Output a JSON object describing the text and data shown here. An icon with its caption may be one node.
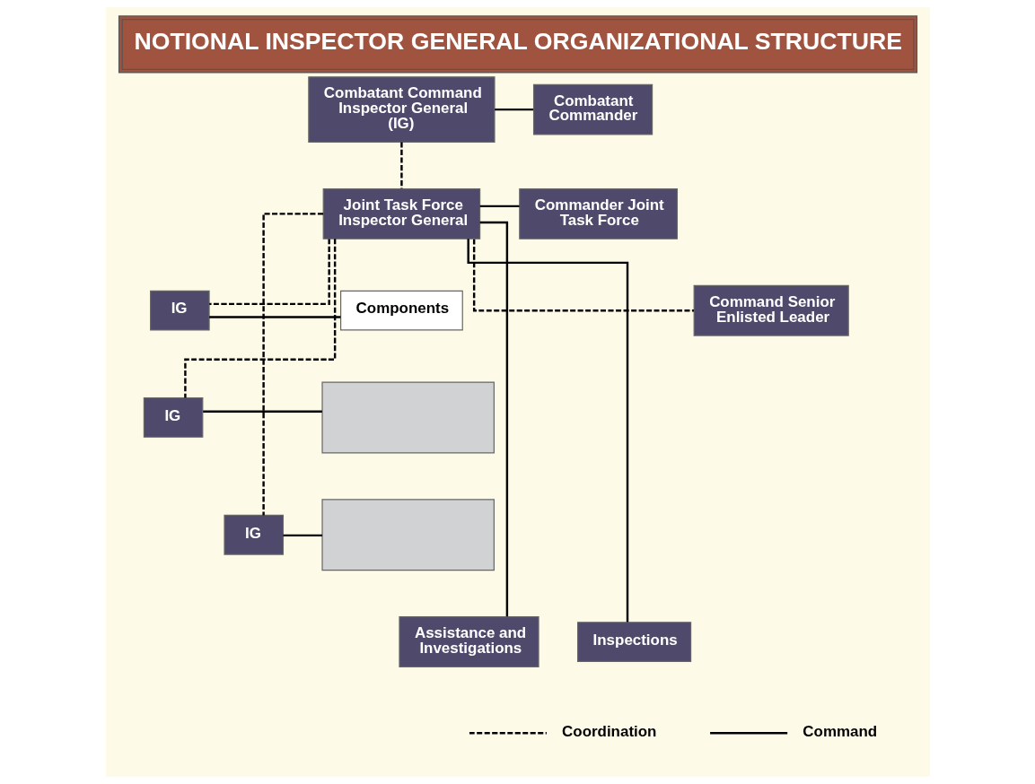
{
  "diagram": {
    "title": "NOTIONAL INSPECTOR GENERAL ORGANIZATIONAL STRUCTURE",
    "nodes": [
      {
        "text": [
          "Combatant Command Inspector General (IG)"
        ]
      },
      {
        "text": [
          "Combatant Commander"
        ]
      },
      {
        "text": [
          "Joint Task Force Inspector General"
        ]
      },
      {
        "text": [
          "Commander Joint Task Force"
        ]
      },
      {
        "text": [
          "Command Senior Enlisted Leader"
        ]
      },
      {
        "text": [
          "IG"
        ]
      },
      {
        "text": [
          "IG"
        ]
      },
      {
        "text": [
          "IG"
        ]
      },
      {
        "text": [
          "Components"
        ]
      },
      {
        "text": [],
        "shape": "box"
      },
      {
        "text": [],
        "shape": "box"
      },
      {
        "text": [
          "Inspections"
        ]
      },
      {
        "text": [
          "Assistance and Investigations"
        ]
      }
    ],
    "edges": [
      {
        "from": 0,
        "to": 1,
        "arrow": "none"
      },
      {
        "from": 0,
        "to": 2,
        "arrow": "none",
        "style": "dashed"
      },
      {
        "from": 2,
        "to": 3,
        "arrow": "none"
      },
      {
        "from": 2,
        "to": 4,
        "arrow": "none",
        "style": "dashed"
      },
      {
        "from": 2,
        "to": 5,
        "arrow": "none",
        "style": "dashed"
      },
      {
        "from": 2,
        "to": 6,
        "arrow": "none",
        "style": "dashed"
      },
      {
        "from": 2,
        "to": 7,
        "arrow": "none",
        "style": "dashed"
      },
      {
        "from": 5,
        "to": 8,
        "arrow": "none"
      },
      {
        "from": 6,
        "to": 9,
        "arrow": "none"
      },
      {
        "from": 7,
        "to": 10,
        "arrow": "none"
      },
      {
        "from": 2,
        "to": 11,
        "arrow": "none"
      },
      {
        "from": 2,
        "to": 12,
        "arrow": "none"
      }
    ],
    "legend": [
      {
        "text": "Coordination"
      },
      {
        "text": "Command"
      }
    ]
  }
}
